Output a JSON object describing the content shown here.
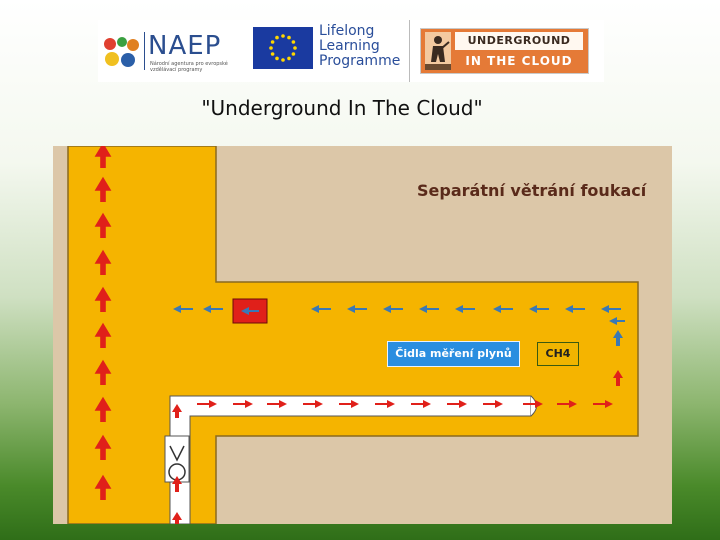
{
  "logos": {
    "naep": {
      "word": "NAEP",
      "subtitle": "Národní agentura pro evropské vzdělávací programy"
    },
    "llp": {
      "line1": "Lifelong",
      "line2": "Learning",
      "line3": "Programme"
    },
    "uic": {
      "top": "UNDERGROUND",
      "bottom": "IN THE CLOUD"
    }
  },
  "slide": {
    "title": "\"Underground In The Cloud\""
  },
  "diagram": {
    "heading": "Separátní větrání foukací",
    "sensor_label": "Čidla měření plynů",
    "gas_label": "CH4",
    "colors": {
      "background": "#dcc7a8",
      "tunnel": "#f5b400",
      "inflow_arrow": "#e0201a",
      "return_arrow": "#3a78b5",
      "duct": "#ffffff"
    }
  }
}
